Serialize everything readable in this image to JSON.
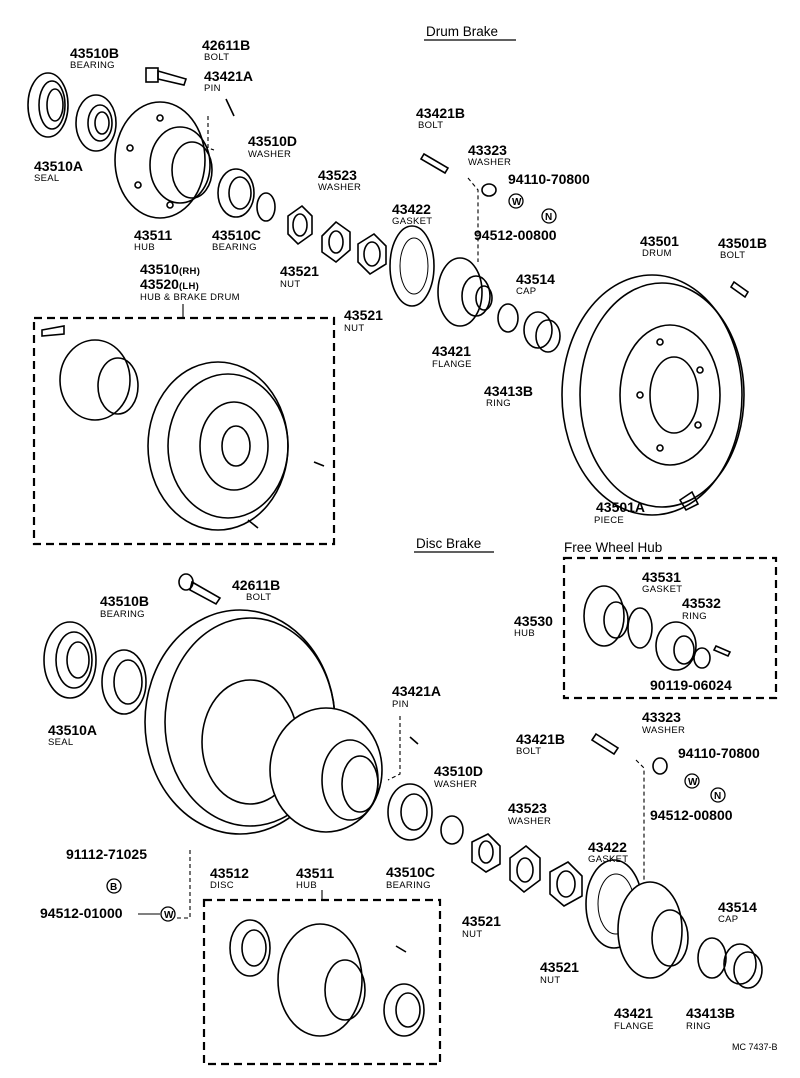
{
  "sections": {
    "drum_brake": "Drum Brake",
    "disc_brake": "Disc Brake",
    "free_wheel_hub": "Free Wheel Hub"
  },
  "drum": {
    "p43510B": {
      "no": "43510B",
      "name": "BEARING"
    },
    "p42611B": {
      "no": "42611B",
      "name": "BOLT"
    },
    "p43421A": {
      "no": "43421A",
      "name": "PIN"
    },
    "p43510A": {
      "no": "43510A",
      "name": "SEAL"
    },
    "p43511": {
      "no": "43511",
      "name": "HUB"
    },
    "p43510D": {
      "no": "43510D",
      "name": "WASHER"
    },
    "p43510C": {
      "no": "43510C",
      "name": "BEARING"
    },
    "p43421B": {
      "no": "43421B",
      "name": "BOLT"
    },
    "p43323": {
      "no": "43323",
      "name": "WASHER"
    },
    "p94110": {
      "no": "94110-70800"
    },
    "p94512": {
      "no": "94512-00800"
    },
    "p43523": {
      "no": "43523",
      "name": "WASHER"
    },
    "p43422": {
      "no": "43422",
      "name": "GASKET"
    },
    "p43521a": {
      "no": "43521",
      "name": "NUT"
    },
    "p43521b": {
      "no": "43521",
      "name": "NUT"
    },
    "p43421": {
      "no": "43421",
      "name": "FLANGE"
    },
    "p43514": {
      "no": "43514",
      "name": "CAP"
    },
    "p43413B": {
      "no": "43413B",
      "name": "RING"
    },
    "p43501": {
      "no": "43501",
      "name": "DRUM"
    },
    "p43501B": {
      "no": "43501B",
      "name": "BOLT"
    },
    "p43501A": {
      "no": "43501A",
      "name": "PIECE"
    },
    "p43510": {
      "no_rh": "43510",
      "rh": "(RH)",
      "no_lh": "43520",
      "lh": "(LH)",
      "name": "HUB & BRAKE DRUM"
    }
  },
  "disc": {
    "p42611B": {
      "no": "42611B",
      "name": "BOLT"
    },
    "p43510B": {
      "no": "43510B",
      "name": "BEARING"
    },
    "p43510A": {
      "no": "43510A",
      "name": "SEAL"
    },
    "p43421A": {
      "no": "43421A",
      "name": "PIN"
    },
    "p43421B": {
      "no": "43421B",
      "name": "BOLT"
    },
    "p43323": {
      "no": "43323",
      "name": "WASHER"
    },
    "p94110": {
      "no": "94110-70800"
    },
    "p94512": {
      "no": "94512-00800"
    },
    "p43510D": {
      "no": "43510D",
      "name": "WASHER"
    },
    "p43523": {
      "no": "43523",
      "name": "WASHER"
    },
    "p91112": {
      "no": "91112-71025"
    },
    "p94512b": {
      "no": "94512-01000"
    },
    "p43512": {
      "no": "43512",
      "name": "DISC"
    },
    "p43510C": {
      "no": "43510C",
      "name": "BEARING"
    },
    "p43511": {
      "no": "43511",
      "name": "HUB"
    },
    "p43422": {
      "no": "43422",
      "name": "GASKET"
    },
    "p43521a": {
      "no": "43521",
      "name": "NUT"
    },
    "p43521b": {
      "no": "43521",
      "name": "NUT"
    },
    "p43514": {
      "no": "43514",
      "name": "CAP"
    },
    "p43421": {
      "no": "43421",
      "name": "FLANGE"
    },
    "p43413B": {
      "no": "43413B",
      "name": "RING"
    }
  },
  "fwh": {
    "p43531": {
      "no": "43531",
      "name": "GASKET"
    },
    "p43530": {
      "no": "43530",
      "name": "HUB"
    },
    "p43532": {
      "no": "43532",
      "name": "RING"
    },
    "p90119": {
      "no": "90119-06024"
    }
  },
  "symbols": {
    "washer": "W",
    "nut": "N",
    "bolt": "B"
  },
  "footer": {
    "ref": "MC 7437-B"
  }
}
